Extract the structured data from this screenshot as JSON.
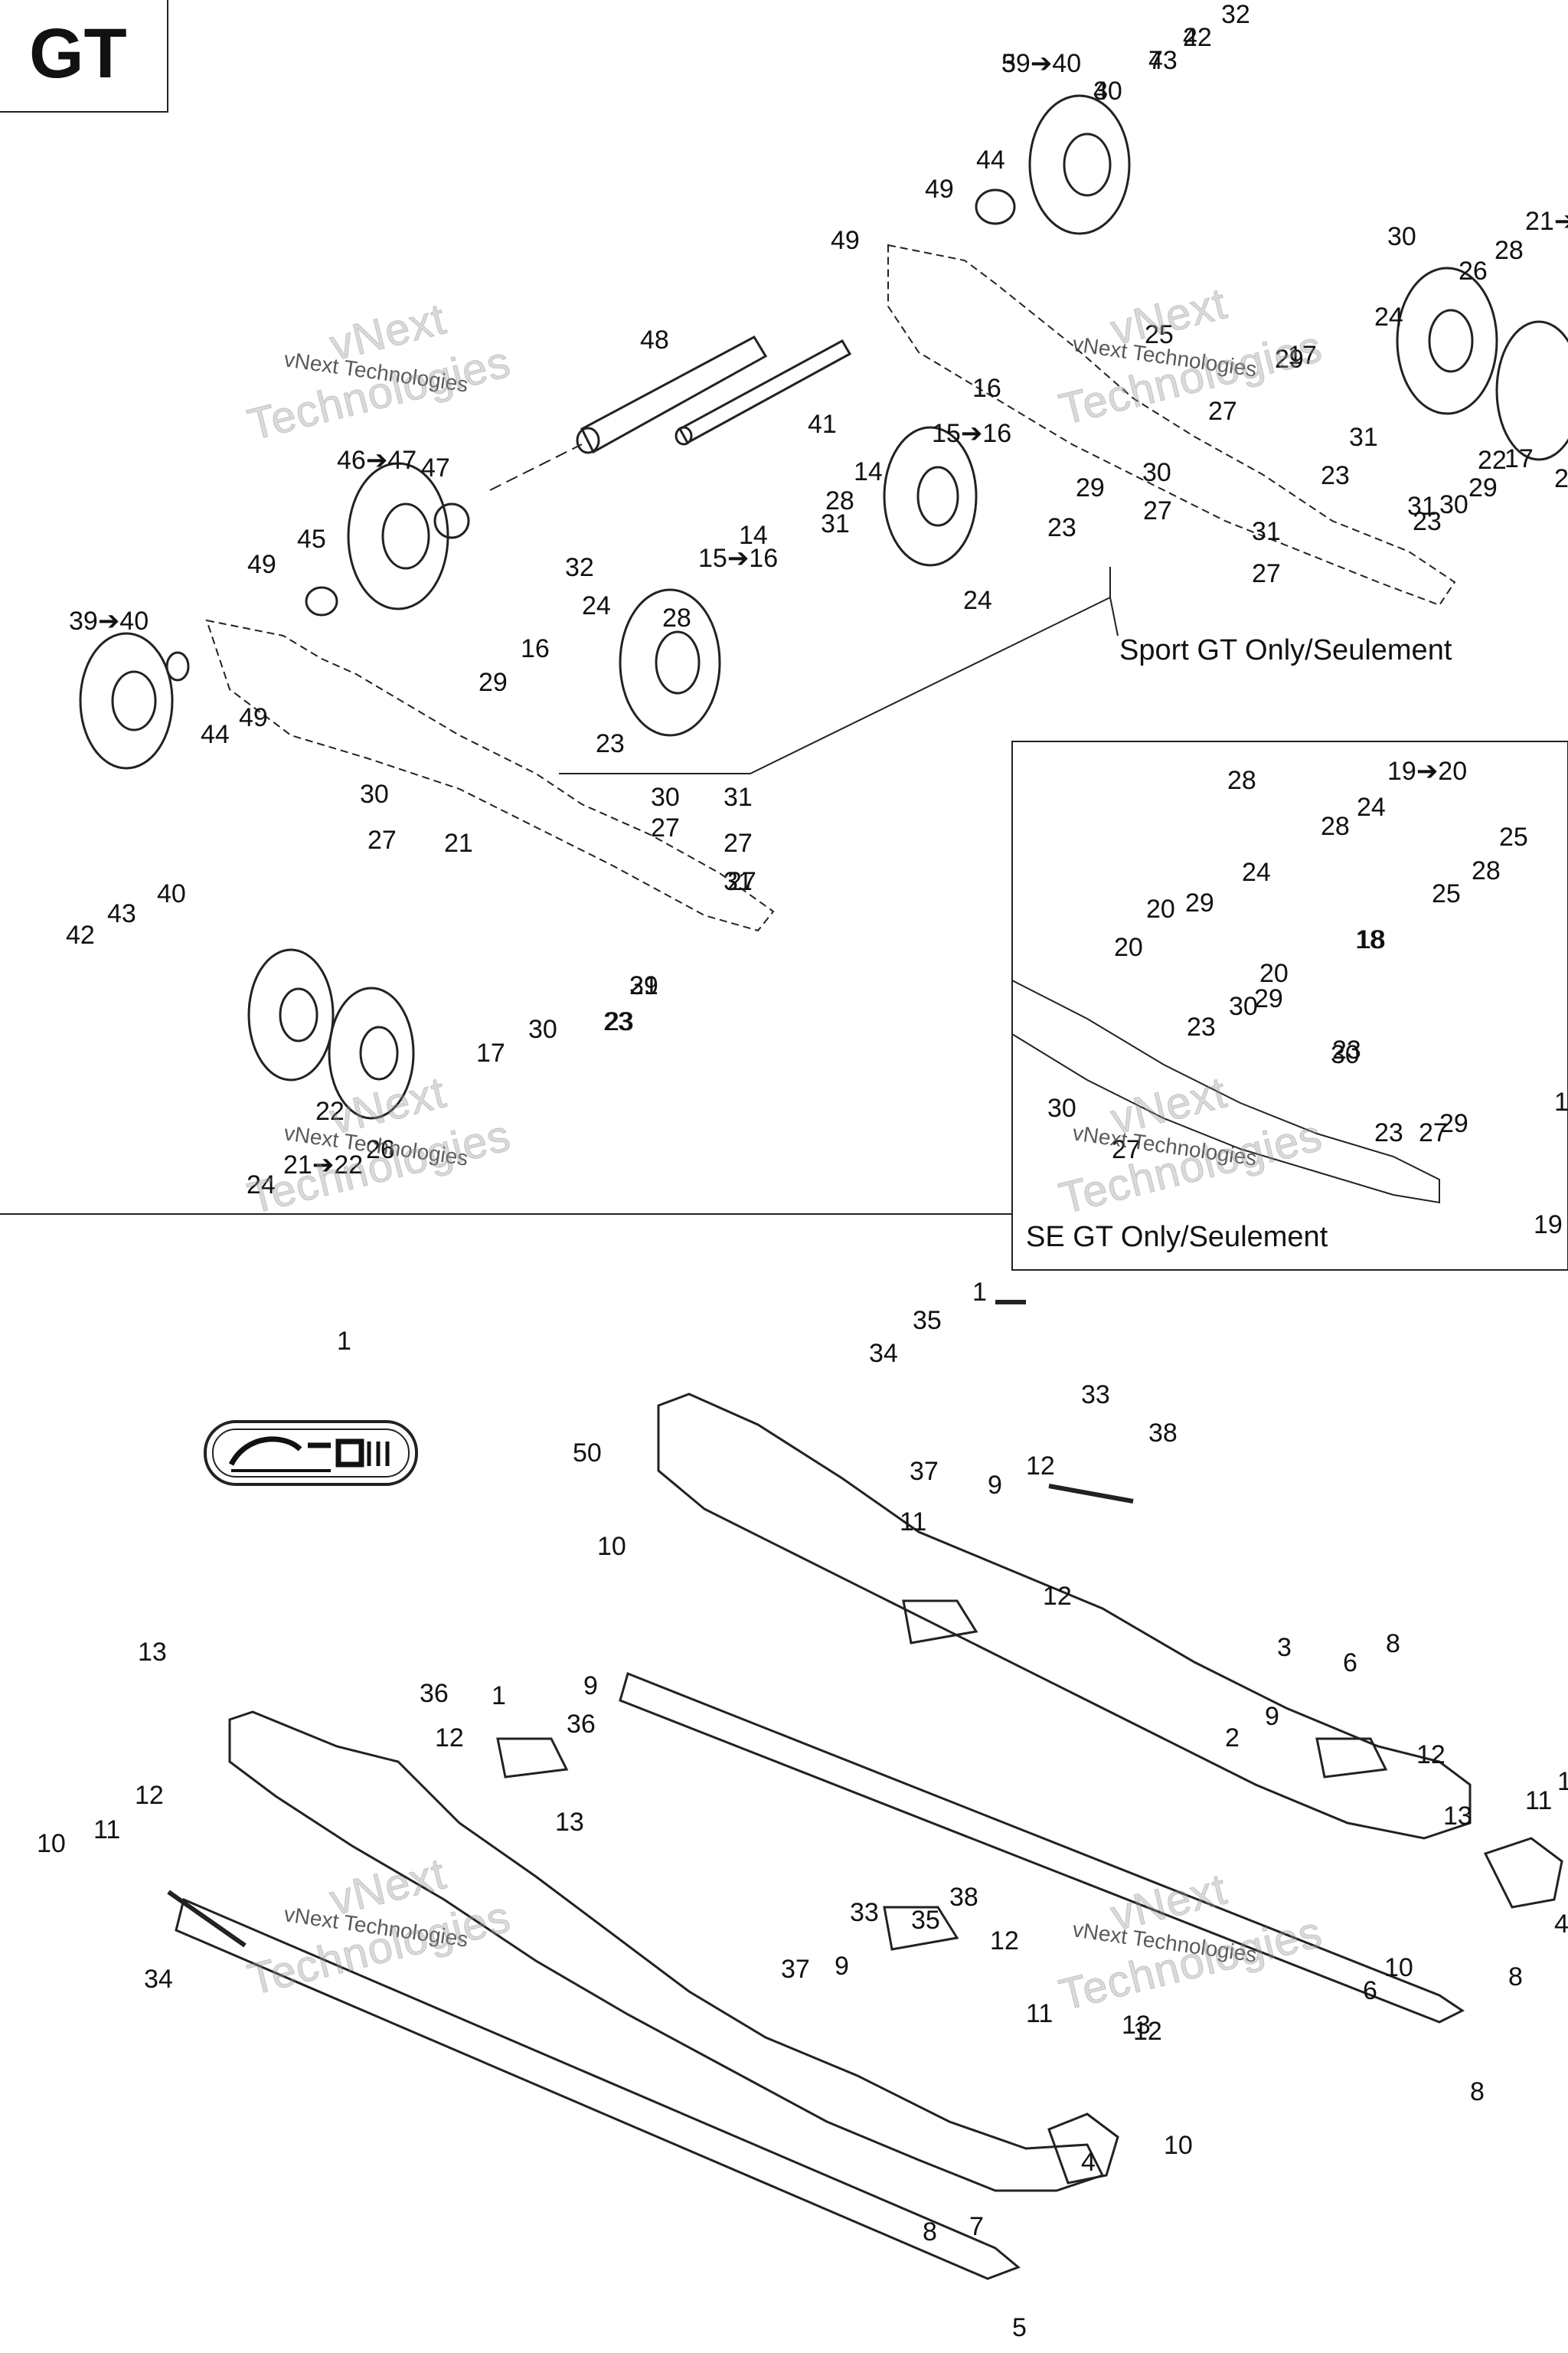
{
  "header": {
    "model_code": "GT"
  },
  "sections": {
    "sport_gt_note": "Sport GT Only/Seulement",
    "se_gt_note": "SE GT Only/Seulement"
  },
  "watermark": {
    "line1": "vNext Technologies",
    "line2": "vNext",
    "line3": "Technologies"
  },
  "callouts": [
    "39➔40",
    "40",
    "43",
    "42",
    "32",
    "44",
    "49",
    "49",
    "48",
    "41",
    "46➔47",
    "47",
    "45",
    "49",
    "39➔40",
    "44",
    "49",
    "40",
    "43",
    "42",
    "32",
    "15➔16",
    "14",
    "28",
    "24",
    "16",
    "29",
    "23",
    "30",
    "27",
    "31",
    "28",
    "14",
    "24",
    "15➔16",
    "16",
    "29",
    "23",
    "30",
    "21➔22",
    "28",
    "26",
    "24",
    "22",
    "17",
    "29",
    "25",
    "27",
    "31",
    "23",
    "30",
    "27",
    "31",
    "27",
    "31",
    "23",
    "30",
    "29",
    "17",
    "22",
    "21",
    "29",
    "23",
    "30",
    "27",
    "31",
    "27",
    "31",
    "27",
    "31",
    "23",
    "30",
    "17",
    "22",
    "21➔22",
    "26",
    "24",
    "28",
    "19➔20",
    "28",
    "24",
    "25",
    "28",
    "25",
    "24",
    "20",
    "29",
    "18",
    "20",
    "29",
    "18",
    "20",
    "23",
    "30",
    "23",
    "30",
    "23",
    "30",
    "27",
    "27",
    "29",
    "18",
    "19",
    "1",
    "50",
    "1",
    "35",
    "34",
    "33",
    "38",
    "37",
    "9",
    "12",
    "11",
    "12",
    "10",
    "13",
    "36",
    "1",
    "36",
    "9",
    "12",
    "13",
    "11",
    "12",
    "10",
    "34",
    "33",
    "35",
    "38",
    "37",
    "9",
    "12",
    "11",
    "13",
    "12",
    "10",
    "4",
    "8",
    "7",
    "5",
    "3",
    "6",
    "8",
    "2",
    "9",
    "12",
    "13",
    "11",
    "12",
    "10",
    "4",
    "8",
    "6",
    "8",
    "5",
    "3",
    "7",
    "2"
  ]
}
